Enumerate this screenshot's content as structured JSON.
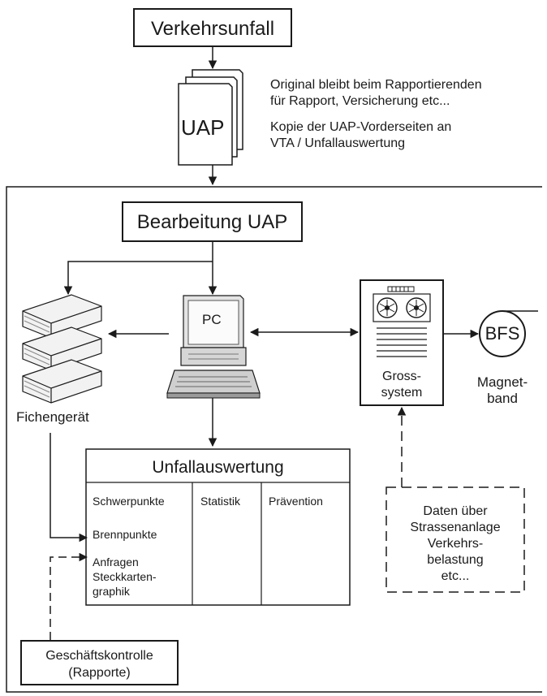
{
  "title_box": "Verkehrsunfall",
  "uap": {
    "label": "UAP",
    "note_original": [
      "Original bleibt beim Rapportierenden",
      "für Rapport, Versicherung etc..."
    ],
    "note_copy": [
      "Kopie der UAP-Vorderseiten an",
      "VTA / Unfallauswertung"
    ]
  },
  "processing_box": "Bearbeitung UAP",
  "pc_label": "PC",
  "fiche": {
    "label": "Fichengerät"
  },
  "gross": {
    "line1": "Gross-",
    "line2": "system"
  },
  "bfs": {
    "label": "BFS",
    "line1": "Magnet-",
    "line2": "band"
  },
  "evaluation": {
    "title": "Unfallauswertung",
    "col1": [
      "Schwerpunkte",
      "Brennpunkte",
      "Anfragen",
      "Steckkarten-",
      "graphik"
    ],
    "col2": "Statistik",
    "col3": "Prävention"
  },
  "road_data": [
    "Daten über",
    "Strassenanlage",
    "Verkehrs-",
    "belastung",
    "etc..."
  ],
  "control": {
    "line1": "Geschäftskontrolle",
    "line2": "(Rapporte)"
  }
}
